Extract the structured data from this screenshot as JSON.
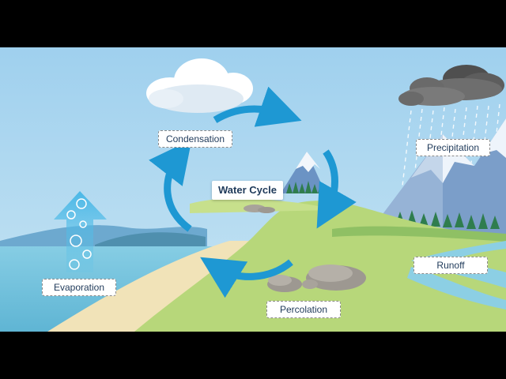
{
  "diagram": {
    "title": "Water Cycle",
    "stages": {
      "condensation": "Condensation",
      "precipitation": "Precipitation",
      "evaporation": "Evaporation",
      "runoff": "Runoff",
      "percolation": "Percolation"
    }
  },
  "colors": {
    "sky": "#a8d4ef",
    "sea": "#7fc6e0",
    "grass": "#b7d77a",
    "sand": "#f1e3b8",
    "arrow": "#1e98d3",
    "mountain": "#7b9ec9",
    "cloud_light": "#dfeaf3",
    "cloud_dark": "#6e6e6e",
    "label_text": "#1f3a5a"
  }
}
